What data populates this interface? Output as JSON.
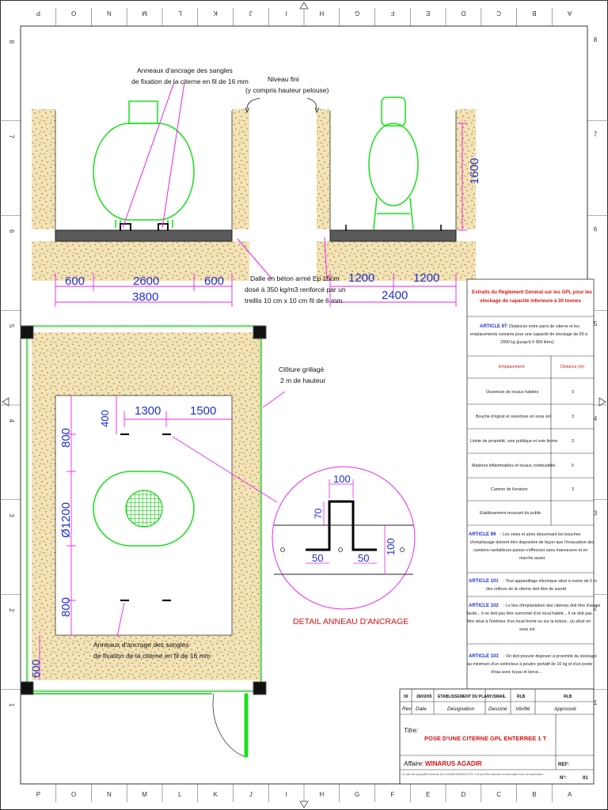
{
  "frame": {
    "columns": [
      "P",
      "O",
      "N",
      "M",
      "L",
      "K",
      "J",
      "I",
      "H",
      "G",
      "F",
      "E",
      "D",
      "C",
      "B",
      "A"
    ],
    "rows": [
      "8",
      "7",
      "6",
      "5",
      "4",
      "3",
      "2",
      "1"
    ]
  },
  "elevation": {
    "note_anchor": [
      "Anneaux d'ancrage des sangles",
      "de fixation de la citerne en fil de 16 mm"
    ],
    "note_level": [
      "Niveau fini",
      "(y compris hauteur pelouse)"
    ],
    "note_slab": [
      "Dalle en béton armé Ep 15cm",
      "dosé à 350 kg/m3 renforcé par un",
      "treillis 10 cm x 10 cm  fil de 6 mm"
    ],
    "dims_left": [
      "600",
      "2600",
      "600",
      "3800"
    ],
    "dims_right": [
      "1200",
      "1200",
      "2400",
      "1600"
    ]
  },
  "plan": {
    "fence_note": [
      "Clôture grillagé",
      "2 m de hauteur"
    ],
    "anchor_note": [
      "Anneaux d'ancrage des sangles",
      "de fixation de la citerne en fil de 16 mm"
    ],
    "dims": [
      "400",
      "1300",
      "1500",
      "800",
      "Ø1200",
      "800",
      "600"
    ]
  },
  "detail": {
    "title": "DETAIL ANNEAU D'ANCRAGE",
    "dims": [
      "100",
      "70",
      "50",
      "50",
      "100"
    ]
  },
  "regulation": {
    "heading": [
      "Extraits du Réglement Général sur les GPL pour les",
      "stockage de capacité inferieure à 30 tonnes"
    ],
    "art97_title": "ARTICLE 97",
    "art97_text": [
      ": Distances entre paroi de citerne et les",
      "emplacements suivants pour une capacité de stockage de 50 à",
      "2000 kg (jusqu'à 5 000 litres)"
    ],
    "col_headers": [
      "Emplacement",
      "Distance (m)"
    ],
    "rows": [
      {
        "place": "Ouverture de locaux habités",
        "dist": "3"
      },
      {
        "place": "Bouche d'égout et ouverture en sous sol",
        "dist": "3"
      },
      {
        "place": "Limite de propriété, voie publique et voie ferrée",
        "dist": "3"
      },
      {
        "place": "Matières inflammables et locaux combustible",
        "dist": "5"
      },
      {
        "place": "Camion de livraison",
        "dist": "3"
      },
      {
        "place": "Etablissement recevant du public",
        "dist": ""
      }
    ],
    "art99_title": "ARTICLE 99",
    "art99_text": [
      ": Les voies et aires desservant les bouches",
      "d'emplissage doivent être disposées de façon que l'évacuation des",
      "camions ravitailleurs puisse s'effectuer sans manoeuvre et en",
      "marche avant"
    ],
    "art101_title": "ARTICLE 101",
    "art101_text": [
      ": Tout appareillage électrique situé à moins de 5 m",
      "des orifices de la citerne doit être de sureté"
    ],
    "art102_title": "ARTICLE 102",
    "art102_text": [
      ": Le lieu d'implantation des citernes doit être d'accès",
      "facile... il ne doit pas être surmonté d'un local habité... Il ne doit pas",
      "être situé à l'intérieur d'un local fermé ou sur la toiture...ou situé en",
      "sous sol."
    ],
    "art103_title": "ARTICLE 103",
    "art103_text": [
      ": On doit pouvoir disposer à proximité du stockage",
      "au minimum d'un extincteur à poudre portatif de 10 kg et d'un poste",
      "d'eau avec tuyau et lance..."
    ]
  },
  "title_block": {
    "rev_row": [
      "00",
      "28/02/05",
      "ETABLISSEMENT DU PLAN",
      "Y.ISMAIL",
      "RLB",
      "RLB"
    ],
    "header_row": [
      "Rev",
      "Date",
      "Désignation",
      "Dessiné",
      "Vérifié",
      "Approuvé"
    ],
    "titre_label": "Titre:",
    "titre_value": "POSE D'UNE CITERNE GPL ENTERREE 1 T",
    "affaire_label": "Affaire:",
    "affaire_value": "WINARUS AGADIR",
    "ref_label": "REF:",
    "n_label": "N°:",
    "n_value": "01",
    "footer_note": "Ce plan est la propriété exclusive de la Société WINARUS GPL. Il ne peut être reproduit ni communiqué sans son autorisation."
  },
  "colors": {
    "tank": "#16e016",
    "magenta": "#ee22ee",
    "dimension": "#1f2fd0",
    "soil": "#f0dfae",
    "slab": "#5a5a5a",
    "red": "#d81010"
  }
}
